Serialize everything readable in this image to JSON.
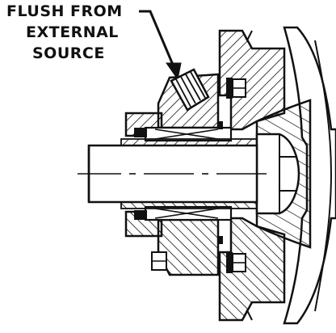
{
  "callout": {
    "line1": "FLUSH FROM",
    "line2": "EXTERNAL",
    "line3": "SOURCE"
  },
  "colors": {
    "ink": "#111111",
    "paper": "#ffffff"
  },
  "icons": {
    "arrow": "callout-arrow-icon"
  }
}
